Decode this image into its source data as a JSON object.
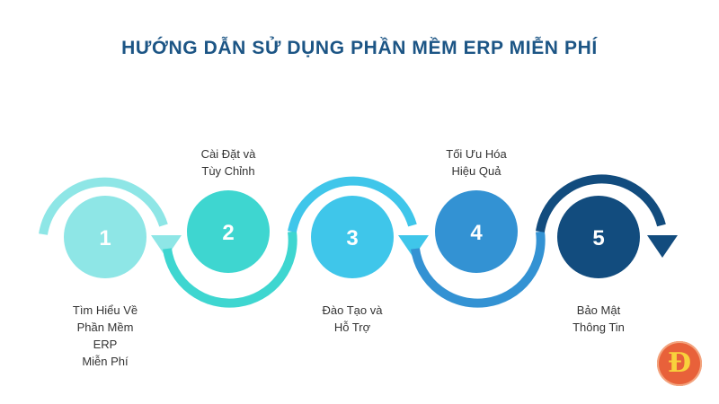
{
  "title": "HƯỚNG DẪN SỬ DỤNG PHẦN MỀM ERP MIỄN PHÍ",
  "colors": {
    "title": "#1c5585",
    "step1": "#8ee6e6",
    "step2": "#3ed6d0",
    "step3": "#3fc6ea",
    "step4": "#3392d3",
    "step5": "#124c7e",
    "logo": "#e8613a",
    "logo_letter": "#f8d23c"
  },
  "steps": [
    {
      "number": "1",
      "label_lines": [
        "Tìm Hiểu Về",
        "Phần Mềm",
        "ERP",
        "Miễn Phí"
      ]
    },
    {
      "number": "2",
      "label_lines": [
        "Cài Đặt và",
        "Tùy Chỉnh"
      ]
    },
    {
      "number": "3",
      "label_lines": [
        "Đào Tạo và",
        "Hỗ Trợ"
      ]
    },
    {
      "number": "4",
      "label_lines": [
        "Tối Ưu Hóa",
        "Hiệu Quả"
      ]
    },
    {
      "number": "5",
      "label_lines": [
        "Bảo Mật",
        "Thông Tin"
      ]
    }
  ],
  "logo": {
    "letter": "Đ",
    "icon": "dong-coin-logo-icon"
  }
}
